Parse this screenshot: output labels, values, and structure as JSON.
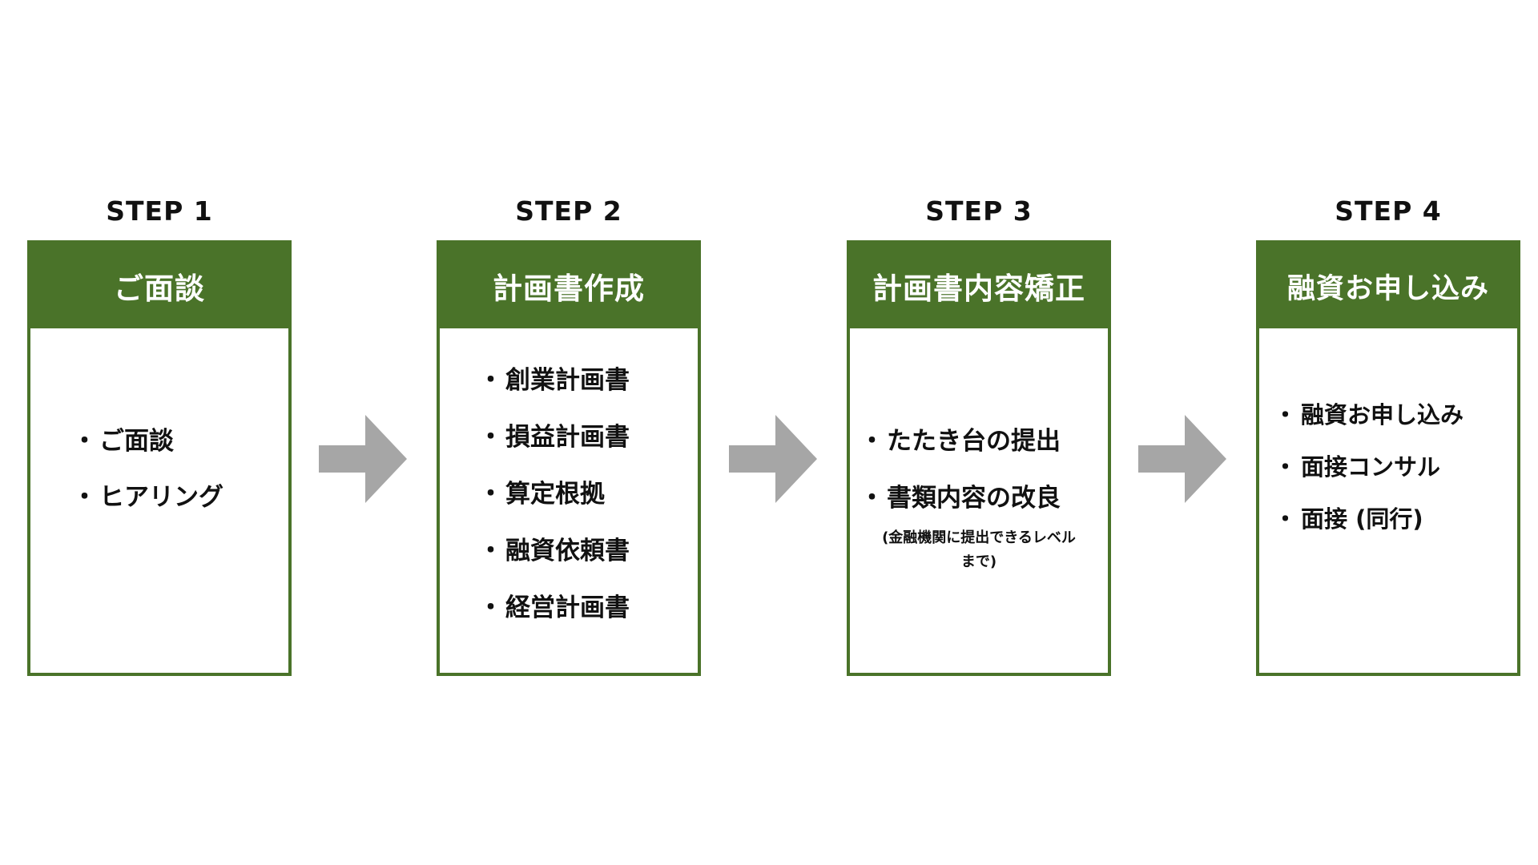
{
  "steps": [
    {
      "label": "STEP 1",
      "title": "ご面談",
      "items": [
        "ご面談",
        "ヒアリング"
      ]
    },
    {
      "label": "STEP 2",
      "title": "計画書作成",
      "items": [
        "創業計画書",
        "損益計画書",
        "算定根拠",
        "融資依頼書",
        "経営計画書"
      ]
    },
    {
      "label": "STEP 3",
      "title": "計画書内容矯正",
      "items": [
        "たたき台の提出",
        "書類内容の改良"
      ],
      "note_line1": "(金融機関に提出できるレベル",
      "note_line2": "まで)"
    },
    {
      "label": "STEP 4",
      "title": "融資お申し込み",
      "items": [
        "融資お申し込み",
        "面接コンサル",
        "面接 (同行)"
      ]
    }
  ],
  "colors": {
    "accent": "#4a7329",
    "arrow": "#a6a6a6",
    "text": "#111111"
  },
  "icons": [
    "arrow-right-icon"
  ]
}
